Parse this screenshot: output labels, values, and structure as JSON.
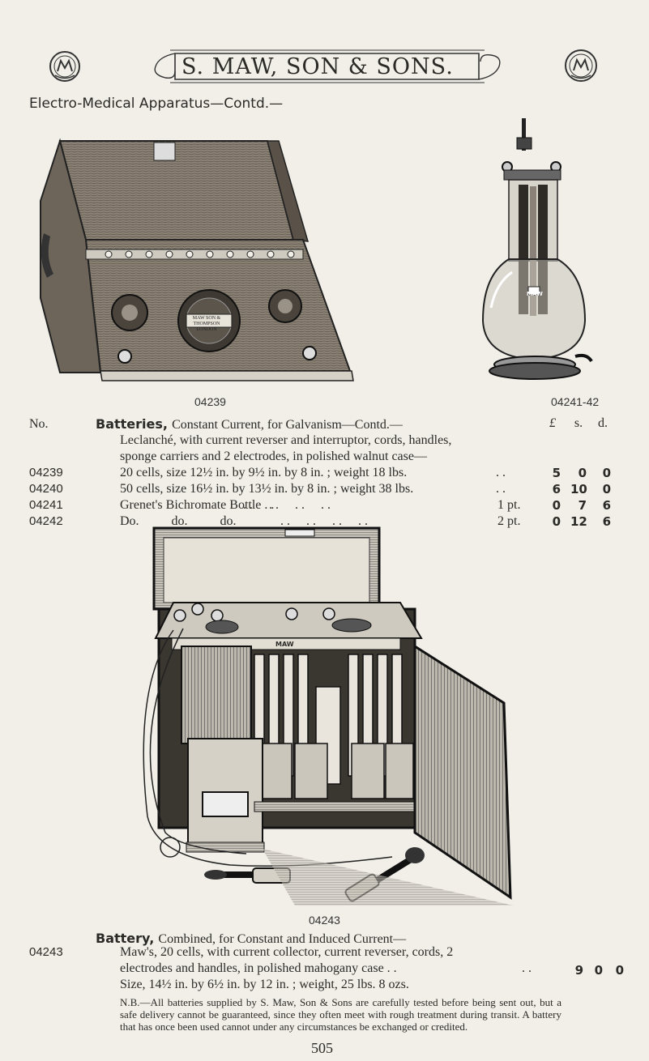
{
  "header": {
    "banner": "S. MAW, SON & SONS.",
    "section_title": "Electro-Medical Apparatus—Contd.—"
  },
  "figures": {
    "fig1_caption": "04239",
    "fig2_caption": "04241-42",
    "fig3_caption": "04243",
    "fig1_plaque": "MAW SON & THOMPSON LONDON",
    "fig2_label": "MAW",
    "fig3_label": "MAW"
  },
  "table": {
    "col_no": "No.",
    "col_l": "£",
    "col_s": "s.",
    "col_d": "d.",
    "heading1": "Batteries,",
    "heading1_rest": "Constant Current, for Galvanism—Contd.—",
    "desc1_line1": "Leclanché, with current reverser and interruptor, cords, handles,",
    "desc1_line2": "sponge carriers and 2 electrodes, in polished walnut case—",
    "rows": [
      {
        "no": "04239",
        "desc": "20 cells, size 12½ in. by 9½ in. by 8 in. ; weight 18 lbs.",
        "qty": "",
        "l": "5",
        "s": "0",
        "d": "0"
      },
      {
        "no": "04240",
        "desc": "50 cells, size 16½ in. by 13½ in. by 8 in. ; weight 38 lbs.",
        "qty": "",
        "l": "6",
        "s": "10",
        "d": "0"
      },
      {
        "no": "04241",
        "desc": "Grenet's Bichromate Bottle . .",
        "qty": "1 pt.",
        "l": "0",
        "s": "7",
        "d": "6"
      },
      {
        "no": "04242",
        "desc": "Do.          do.          do.",
        "qty": "2 pt.",
        "l": "0",
        "s": "12",
        "d": "6"
      }
    ],
    "heading2": "Battery,",
    "heading2_rest": "Combined, for Constant and Induced Current—",
    "row2_no": "04243",
    "desc2_line1": "Maw's, 20 cells, with current collector, current reverser, cords, 2",
    "desc2_line2": "electrodes and handles, in polished mahogany case . .",
    "desc2_line3": "Size, 14½ in. by 6½ in. by 12 in. ; weight, 25 lbs. 8 ozs.",
    "row2_l": "9",
    "row2_s": "0",
    "row2_d": "0"
  },
  "note": "N.B.—All batteries supplied by S. Maw, Son & Sons are carefully tested before being sent out, but a safe delivery cannot be guaranteed, since they often meet with rough treatment during transit. A battery that has once been used cannot under any circumstances be exchanged or credited.",
  "page_number": "505"
}
